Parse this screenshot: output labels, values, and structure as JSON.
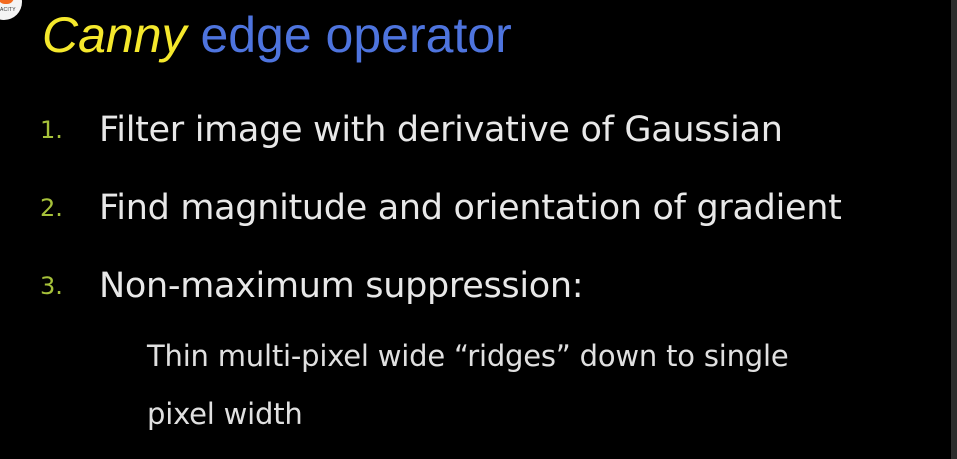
{
  "logo": {
    "icon": "u-logo-icon",
    "text": "ACITY",
    "accent_color": "#f36a1f"
  },
  "title": {
    "emphasis": "Canny",
    "rest": "edge operator",
    "emphasis_color": "#f5e82c",
    "rest_color": "#4e74de"
  },
  "steps": [
    {
      "number": "1.",
      "text": "Filter image with derivative of Gaussian",
      "number_color": "#a6c13a"
    },
    {
      "number": "2.",
      "text": "Find magnitude and orientation of gradient",
      "number_color": "#a6c13a"
    },
    {
      "number": "3.",
      "text": "Non-maximum suppression:",
      "number_color": "#a6c13a"
    }
  ],
  "sub_text": {
    "line1": "Thin multi-pixel wide “ridges” down to single",
    "line2": "pixel width"
  }
}
